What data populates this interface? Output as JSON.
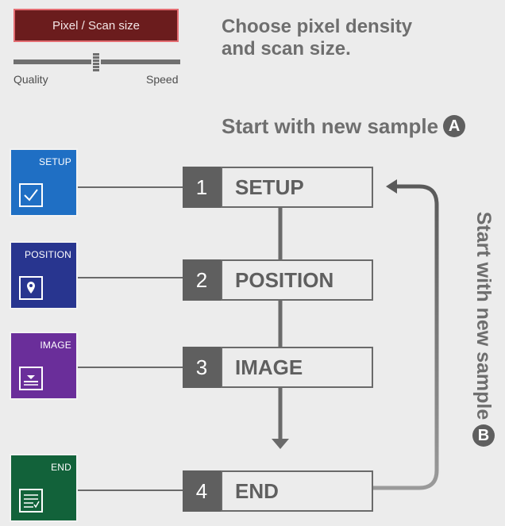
{
  "top_button": {
    "label": "Pixel / Scan size"
  },
  "slider": {
    "left_label": "Quality",
    "right_label": "Speed",
    "value_fraction": 0.5
  },
  "heading_top": {
    "line1": "Choose pixel density",
    "line2": "and scan size."
  },
  "heading_a": {
    "text": "Start with new sample",
    "badge": "A"
  },
  "side_heading_b": {
    "text": "Start with new sample",
    "badge": "B"
  },
  "tiles": [
    {
      "label": "SETUP",
      "color": "#1f6fc4",
      "icon": "checkbox-icon"
    },
    {
      "label": "POSITION",
      "color": "#28358f",
      "icon": "location-pin-icon"
    },
    {
      "label": "IMAGE",
      "color": "#6a2e9a",
      "icon": "image-download-icon"
    },
    {
      "label": "END",
      "color": "#12623a",
      "icon": "list-check-icon"
    }
  ],
  "steps": [
    {
      "number": "1",
      "label": "SETUP"
    },
    {
      "number": "2",
      "label": "POSITION"
    },
    {
      "number": "3",
      "label": "IMAGE"
    },
    {
      "number": "4",
      "label": "END"
    }
  ]
}
